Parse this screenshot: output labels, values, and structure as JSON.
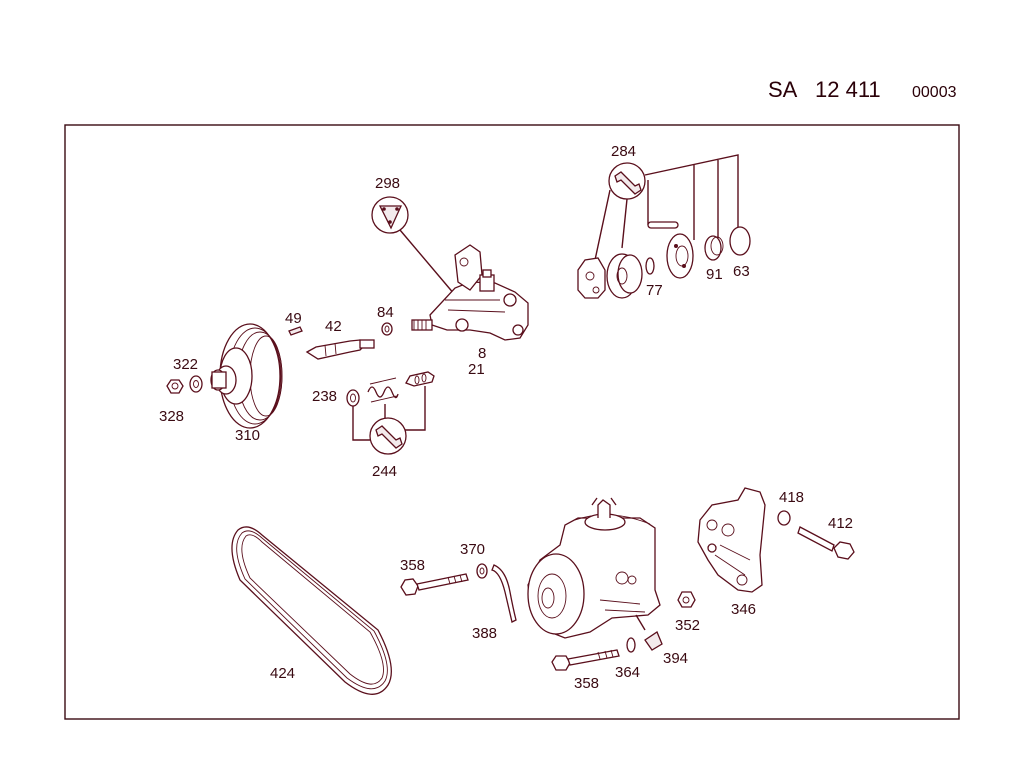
{
  "header": {
    "group": "SA",
    "number": "12 411",
    "sheet": "00003"
  },
  "callouts": {
    "c298": "298",
    "c284": "284",
    "c49": "49",
    "c42": "42",
    "c84": "84",
    "c8": "8",
    "c21": "21",
    "c77": "77",
    "c91": "91",
    "c63": "63",
    "c322": "322",
    "c328": "328",
    "c310": "310",
    "c238": "238",
    "c244": "244",
    "c418": "418",
    "c412": "412",
    "c358a": "358",
    "c370": "370",
    "c388": "388",
    "c352": "352",
    "c346": "346",
    "c394": "394",
    "c364": "364",
    "c358b": "358",
    "c424": "424"
  },
  "icons": [
    "wrench-tool-icon",
    "triangle-tool-icon"
  ]
}
